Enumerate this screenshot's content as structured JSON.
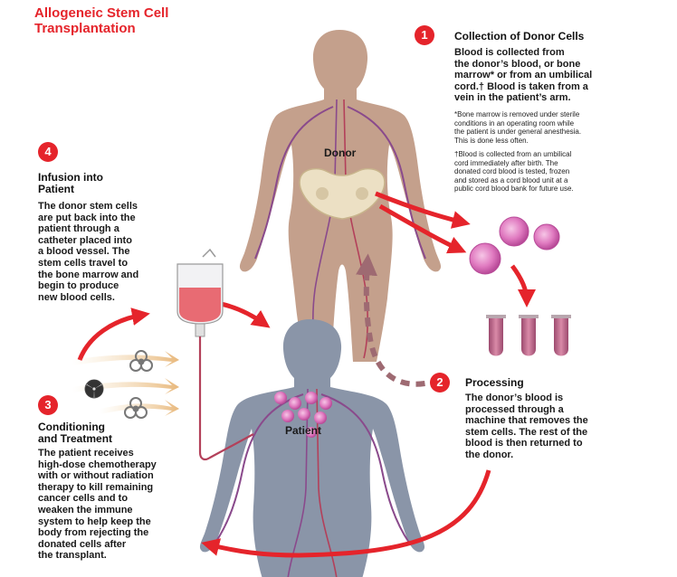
{
  "title": {
    "line1": "Allogeneic Stem Cell",
    "line2": "Transplantation"
  },
  "steps": [
    {
      "number": "1",
      "heading_lines": [
        "Collection of Donor Cells"
      ],
      "body_lines": [
        "Blood is collected from",
        "the donor’s blood, or bone",
        "marrow* or from an umbilical",
        "cord.† Blood is taken from a",
        "vein in the patient’s arm."
      ],
      "notes": [
        [
          "*Bone marrow is removed under sterile",
          "conditions in an operating room while",
          "the patient is under general anesthesia.",
          "This is done less often."
        ],
        [
          "†Blood is collected from an umbilical",
          "cord immediately after birth. The",
          "donated cord blood is tested, frozen",
          "and stored as a cord blood unit at a",
          "public cord blood bank for future use."
        ]
      ]
    },
    {
      "number": "2",
      "heading_lines": [
        "Processing"
      ],
      "body_lines": [
        "The donor’s blood is",
        "processed through a",
        "machine that removes the",
        "stem cells. The rest of the",
        "blood is then returned to",
        "the donor."
      ]
    },
    {
      "number": "3",
      "heading_lines": [
        "Conditioning",
        "and Treatment"
      ],
      "body_lines": [
        "The patient receives",
        "high-dose chemotherapy",
        "with or without radiation",
        "therapy to kill remaining",
        "cancer cells and to",
        "weaken the immune",
        "system to help keep the",
        "body from rejecting the",
        "donated cells after",
        "the transplant."
      ]
    },
    {
      "number": "4",
      "heading_lines": [
        "Infusion into",
        "Patient"
      ],
      "body_lines": [
        "The donor stem cells",
        "are put back into the",
        "patient through a",
        "catheter placed into",
        "a blood vessel. The",
        "stem cells travel to",
        "the bone marrow and",
        "begin to produce",
        "new blood cells."
      ]
    }
  ],
  "figures": {
    "donor_label": "Donor",
    "patient_label": "Patient"
  },
  "colors": {
    "accent": "#e5242b",
    "donor_body": "#c4a08c",
    "patient_body": "#8a95a8",
    "vessels": "#8a4a8c",
    "bag_fluid": "#e86b73",
    "cells": "#d54fa0",
    "return_arrow": "#9e6a72"
  },
  "icons": [
    "biohazard-icon",
    "radiation-icon",
    "biohazard-icon"
  ]
}
